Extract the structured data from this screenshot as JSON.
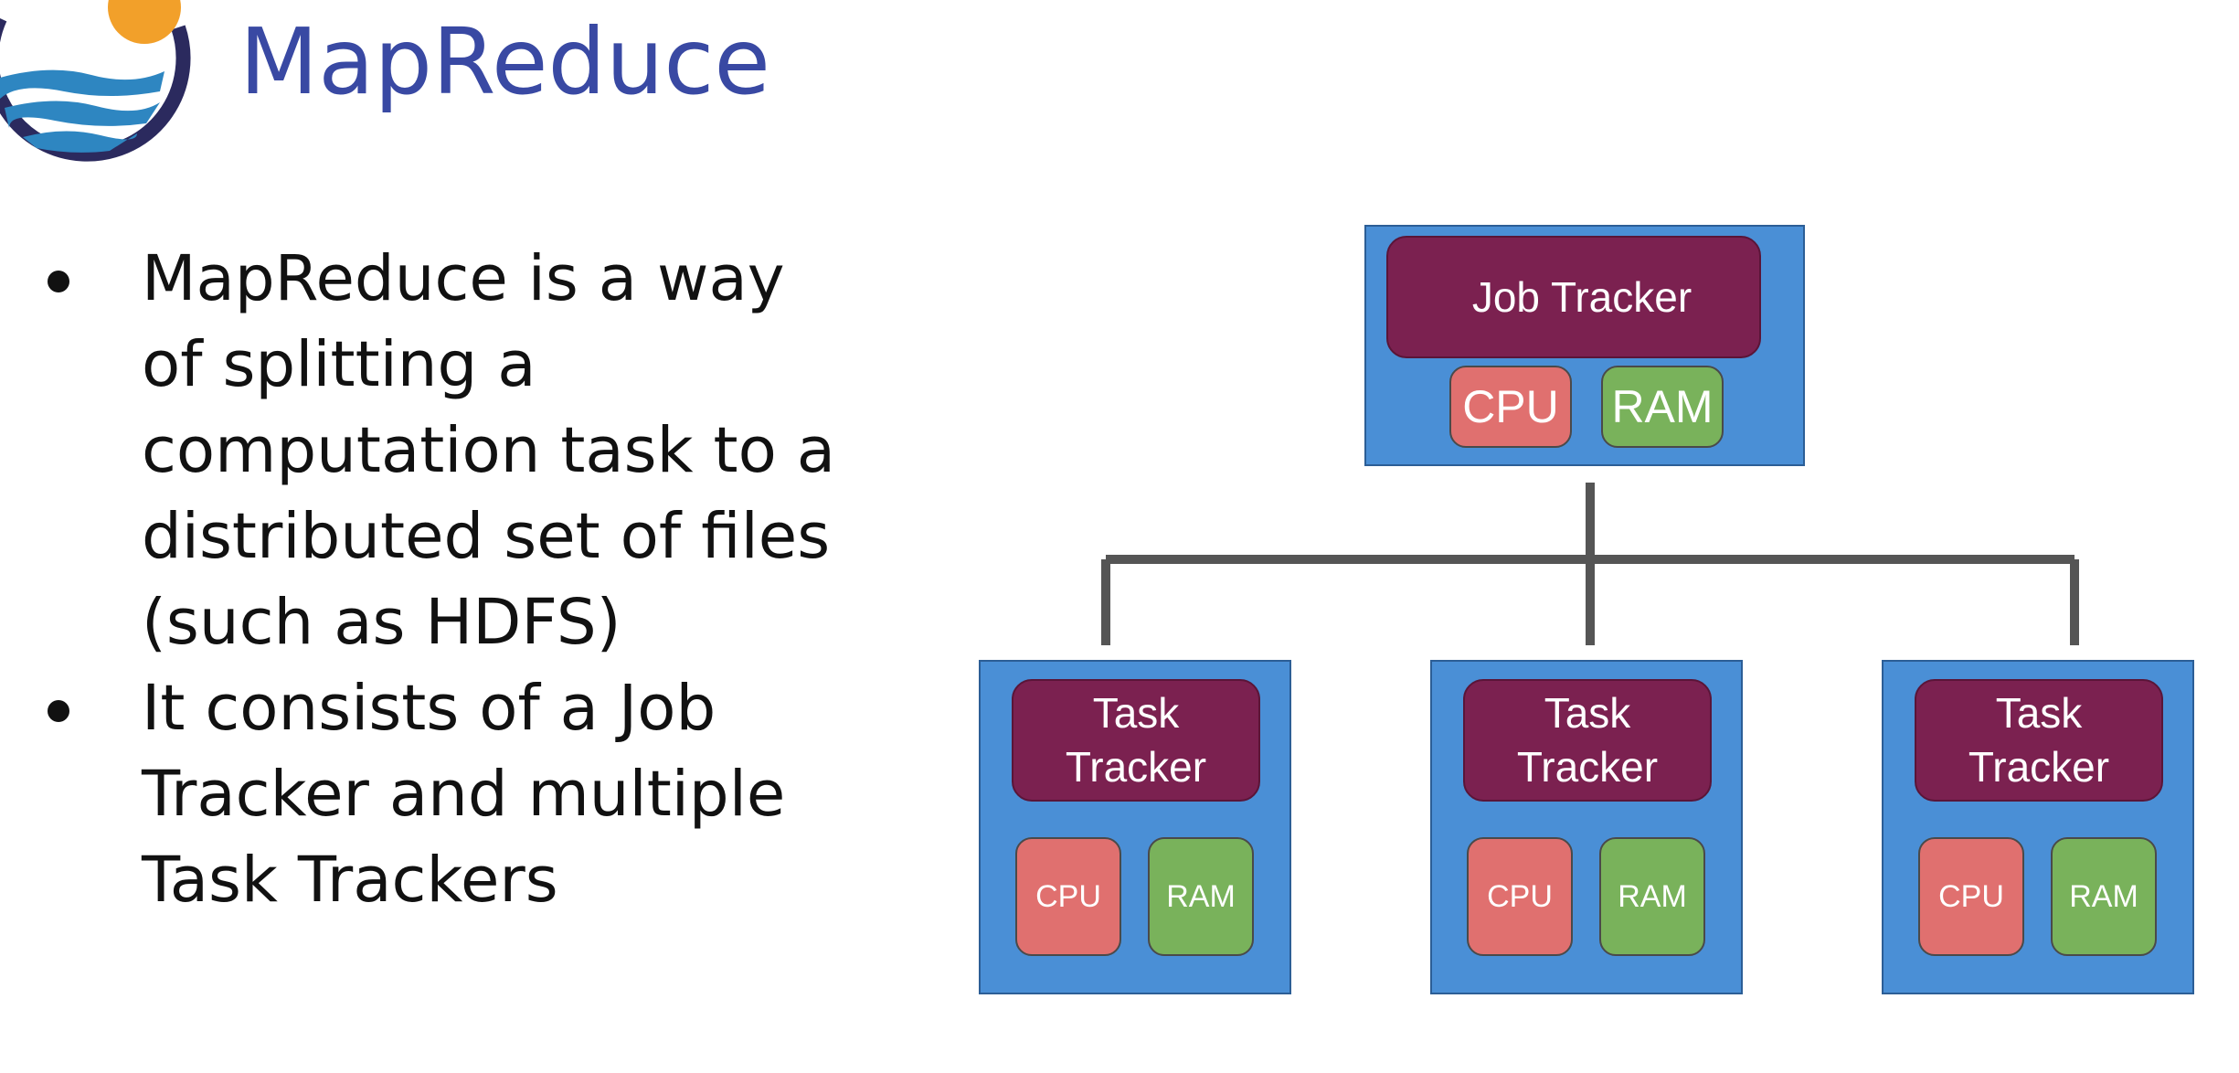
{
  "title": "MapReduce",
  "bullets": [
    "MapReduce is a way of splitting a computation task to a distributed set of files (such as HDFS)",
    "It consists of a Job Tracker and multiple Task Trackers"
  ],
  "bullet_lines": [
    [
      "MapReduce is a way",
      "of splitting a",
      "computation task to a",
      "distributed set of files",
      "(such as HDFS)"
    ],
    [
      "It consists of a Job",
      "Tracker and multiple",
      "Task Trackers"
    ]
  ],
  "diagram": {
    "job_node": {
      "tracker_label": "Job Tracker",
      "cpu_label": "CPU",
      "ram_label": "RAM"
    },
    "task_nodes": [
      {
        "tracker_line1": "Task",
        "tracker_line2": "Tracker",
        "cpu_label": "CPU",
        "ram_label": "RAM"
      },
      {
        "tracker_line1": "Task",
        "tracker_line2": "Tracker",
        "cpu_label": "CPU",
        "ram_label": "RAM"
      },
      {
        "tracker_line1": "Task",
        "tracker_line2": "Tracker",
        "cpu_label": "CPU",
        "ram_label": "RAM"
      }
    ]
  },
  "colors": {
    "title": "#3949a3",
    "node_background": "#4a8fd6",
    "tracker": "#7b2150",
    "cpu": "#e0706f",
    "ram": "#79b25b",
    "connector": "#555555",
    "logo_ring": "#2b2a5e",
    "logo_sun": "#f2a02a",
    "logo_water": "#2e86c1"
  },
  "logo_icon": "water-sun-logo-icon"
}
